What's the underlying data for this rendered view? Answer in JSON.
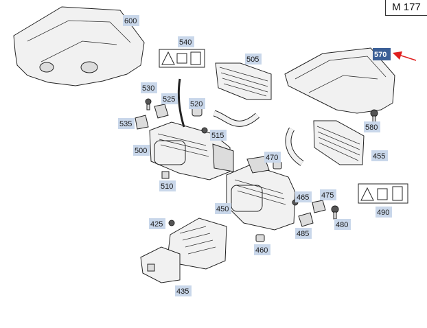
{
  "engine_code": "M 177",
  "highlighted_part": "570",
  "colors": {
    "label_bg": "#c9d7ea",
    "highlight_bg": "#3b5f96",
    "pointer_arrow": "#e02020"
  },
  "labels": {
    "p600": "600",
    "p540": "540",
    "p505": "505",
    "p570": "570",
    "p530": "530",
    "p525": "525",
    "p520": "520",
    "p535": "535",
    "p515": "515",
    "p580": "580",
    "p500": "500",
    "p470": "470",
    "p455": "455",
    "p510": "510",
    "p465": "465",
    "p475": "475",
    "p490": "490",
    "p450": "450",
    "p425": "425",
    "p480": "480",
    "p485": "485",
    "p460": "460",
    "p435": "435"
  }
}
